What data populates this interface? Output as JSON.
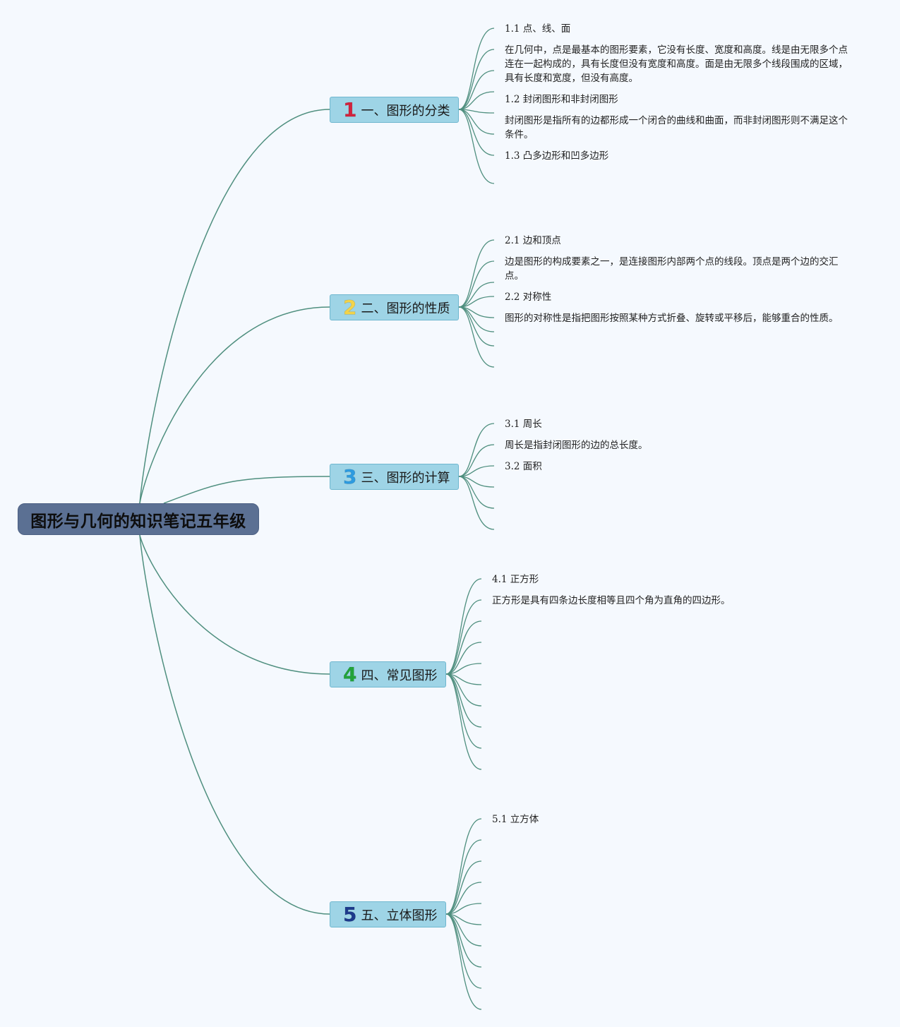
{
  "root": {
    "title": "图形与几何的知识笔记五年级"
  },
  "branches": [
    {
      "number": "1",
      "number_color": "#d2223c",
      "label": "一、图形的分类",
      "items": [
        {
          "text": "1.1 点、线、面"
        },
        {
          "text": "在几何中，点是最基本的图形要素，它没有长度、宽度和高度。线是由无限多个点连在一起构成的，具有长度但没有宽度和高度。面是由无限多个线段围成的区域，具有长度和宽度，但没有高度。"
        },
        {
          "text": "1.2 封闭图形和非封闭图形"
        },
        {
          "text": "封闭图形是指所有的边都形成一个闭合的曲线和曲面，而非封闭图形则不满足这个条件。"
        },
        {
          "text": "1.3 凸多边形和凹多边形"
        }
      ]
    },
    {
      "number": "2",
      "number_color": "#f2d34a",
      "label": "二、图形的性质",
      "items": [
        {
          "text": "2.1 边和顶点"
        },
        {
          "text": "边是图形的构成要素之一，是连接图形内部两个点的线段。顶点是两个边的交汇点。"
        },
        {
          "text": "2.2 对称性"
        },
        {
          "text": "图形的对称性是指把图形按照某种方式折叠、旋转或平移后，能够重合的性质。"
        }
      ]
    },
    {
      "number": "3",
      "number_color": "#2d9be0",
      "label": "三、图形的计算",
      "items": [
        {
          "text": "3.1 周长"
        },
        {
          "text": "周长是指封闭图形的边的总长度。"
        },
        {
          "text": "3.2 面积"
        }
      ]
    },
    {
      "number": "4",
      "number_color": "#22a33a",
      "label": "四、常见图形",
      "items": [
        {
          "text": "4.1 正方形"
        },
        {
          "text": "正方形是具有四条边长度相等且四个角为直角的四边形。"
        }
      ]
    },
    {
      "number": "5",
      "number_color": "#1d3a8c",
      "label": "五、立体图形",
      "items": [
        {
          "text": "5.1 立方体"
        }
      ]
    }
  ],
  "colors": {
    "connector": "#4f8f7f",
    "background": "#f5f9fe",
    "root_fill": "#5b7093",
    "branch_fill": "#9ed4e6"
  }
}
